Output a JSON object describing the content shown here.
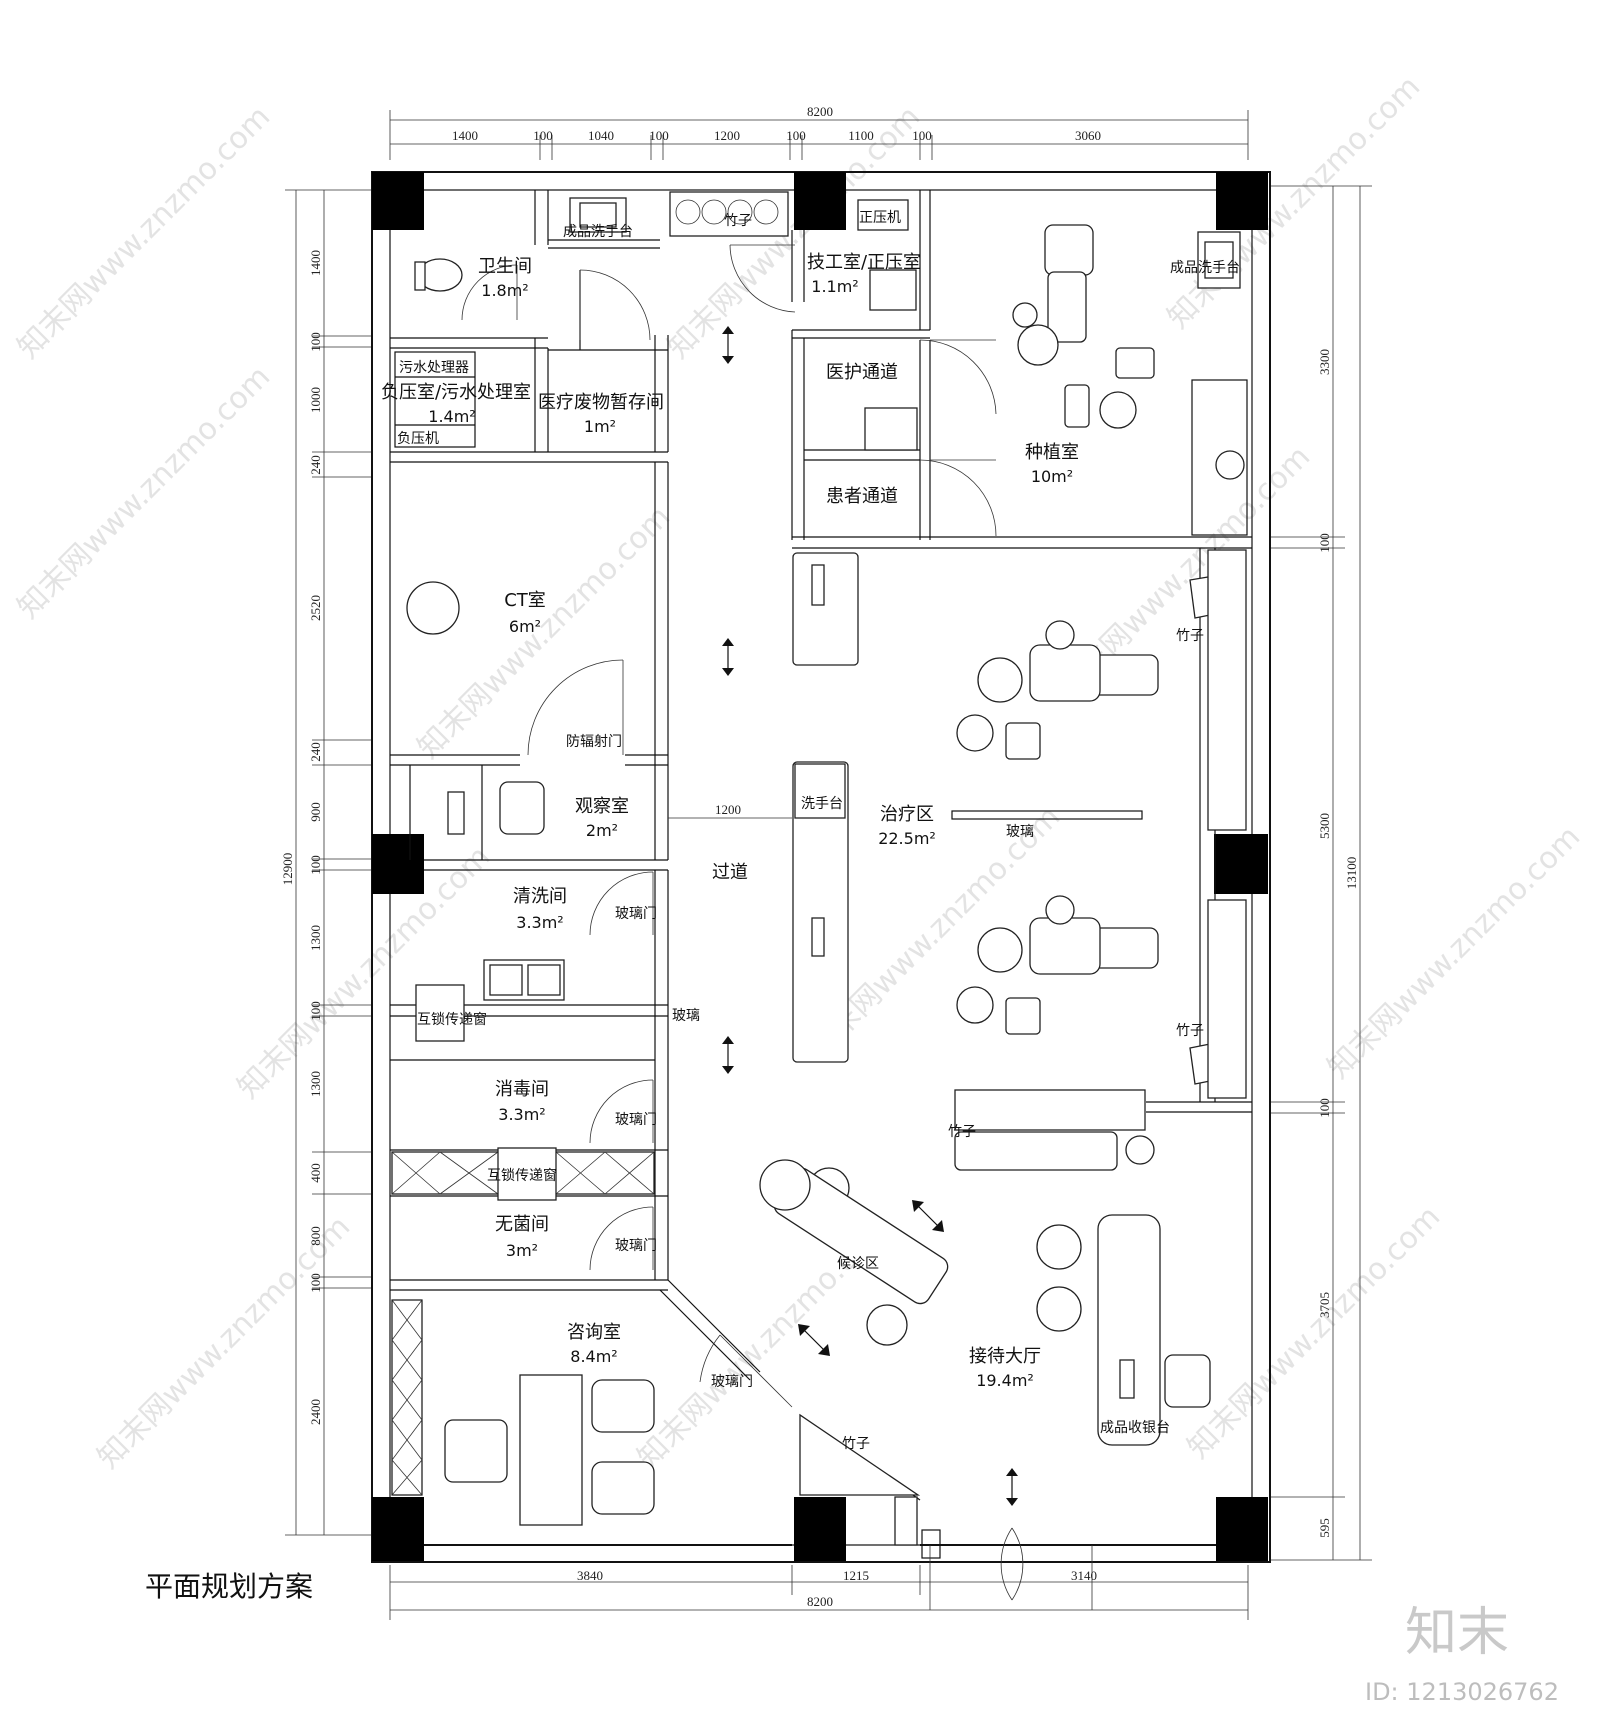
{
  "title": "平面规划方案",
  "logo": "知末",
  "image_id_label": "ID: 1213026762",
  "watermark": "知末网www.znzmo.com",
  "dimensions": {
    "top_total": "8200",
    "top": [
      "1400",
      "100",
      "1040",
      "100",
      "1200",
      "100",
      "1100",
      "100",
      "3060"
    ],
    "bottom_total": "8200",
    "bottom": [
      "3840",
      "1215",
      "3140"
    ],
    "left_total": "12900",
    "left": [
      "1400",
      "100",
      "1000",
      "240",
      "2520",
      "240",
      "900",
      "100",
      "1300",
      "100",
      "1300",
      "400",
      "800",
      "100",
      "2400"
    ],
    "right_total": "13100",
    "right": [
      "3300",
      "100",
      "5300",
      "100",
      "3705",
      "595"
    ],
    "corridor_width": "1200"
  },
  "rooms": {
    "toilet": {
      "name": "卫生间",
      "area": "1.8m²"
    },
    "tech": {
      "name": "技工室/正压室",
      "area": "1.1m²"
    },
    "positive_pressure": "正压机",
    "sink_top_left": "成品洗手台",
    "sink_top_right": "成品洗手台",
    "sewage_label": "污水处理器",
    "negative": {
      "name": "负压室/污水处理室",
      "area": "1.4m²"
    },
    "negative_machine": "负压机",
    "waste": {
      "name": "医疗废物暂存间",
      "area": "1m²"
    },
    "staff_passage": "医护通道",
    "patient_passage": "患者通道",
    "implant": {
      "name": "种植室",
      "area": "10m²"
    },
    "ct": {
      "name": "CT室",
      "area": "6m²"
    },
    "radiation_door": "防辐射门",
    "observation": {
      "name": "观察室",
      "area": "2m²"
    },
    "corridor": "过道",
    "wash_basin": "洗手台",
    "treatment": {
      "name": "治疗区",
      "area": "22.5m²"
    },
    "glass": "玻璃",
    "cleaning": {
      "name": "清洗间",
      "area": "3.3m²"
    },
    "glass_door": "玻璃门",
    "interlock_window": "互锁传递窗",
    "disinfection": {
      "name": "消毒间",
      "area": "3.3m²"
    },
    "sterile": {
      "name": "无菌间",
      "area": "3m²"
    },
    "waiting": "候诊区",
    "reception": {
      "name": "接待大厅",
      "area": "19.4m²"
    },
    "cashier": "成品收银台",
    "consult": {
      "name": "咨询室",
      "area": "8.4m²"
    },
    "bamboo": "竹子"
  }
}
